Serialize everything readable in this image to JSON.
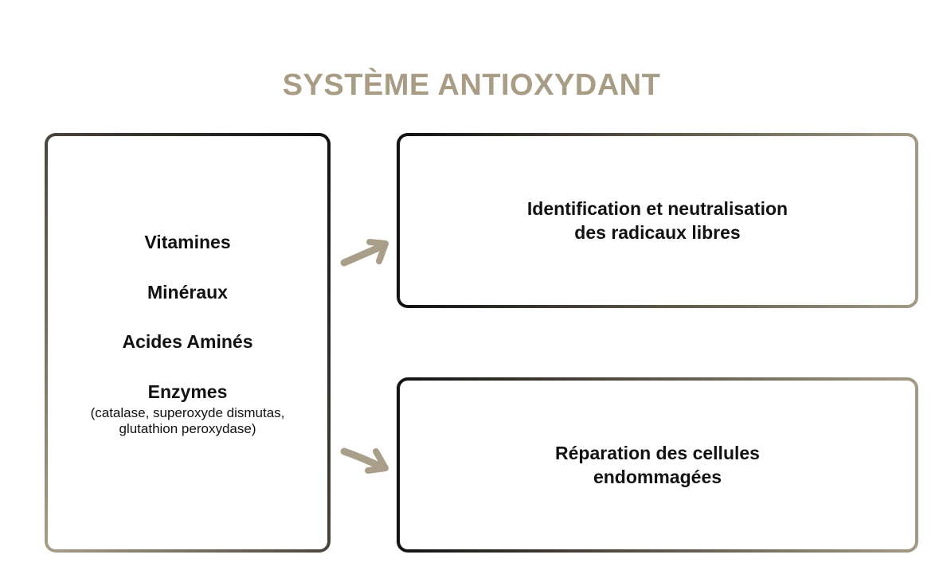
{
  "title": "SYSTÈME ANTIOXYDANT",
  "left_box": {
    "items": [
      "Vitamines",
      "Minéraux",
      "Acides Aminés",
      "Enzymes"
    ],
    "enzymes_detail_line1": "(catalase, superoxyde dismutas,",
    "enzymes_detail_line2": "glutathion peroxydase)"
  },
  "right_boxes": [
    {
      "line1": "Identification et neutralisation",
      "line2": "des radicaux libres"
    },
    {
      "line1": "Réparation des cellules",
      "line2": "endommagées"
    }
  ],
  "colors": {
    "accent": "#a89c85",
    "text": "#111111"
  }
}
